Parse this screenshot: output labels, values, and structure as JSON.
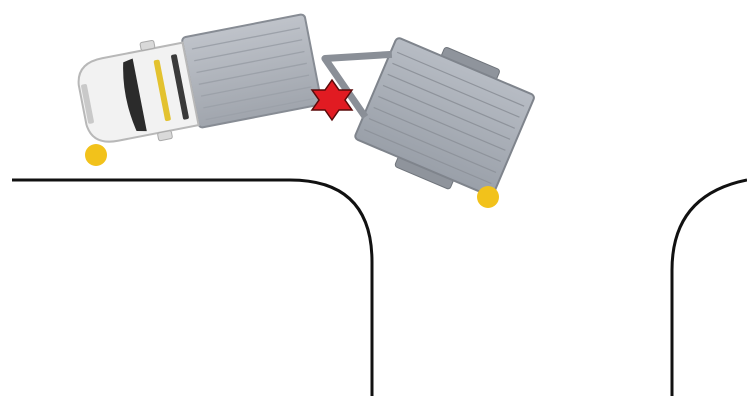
{
  "scene": {
    "type": "jackknife-diagram",
    "background": "#ffffff",
    "road": {
      "line_color": "#111111"
    },
    "vehicle": {
      "name": "pickup-truck",
      "cab_color": "#f2f2f2",
      "bed_color": "#a9aeb6",
      "stripe_color": "#e3c22f"
    },
    "trailer": {
      "name": "flatbed-trailer",
      "deck_color": "#a7acb4",
      "fender_color": "#8f949c"
    },
    "markers": {
      "pivot_dots_color": "#f2c21b",
      "collision_star_color": "#e11b22"
    }
  }
}
